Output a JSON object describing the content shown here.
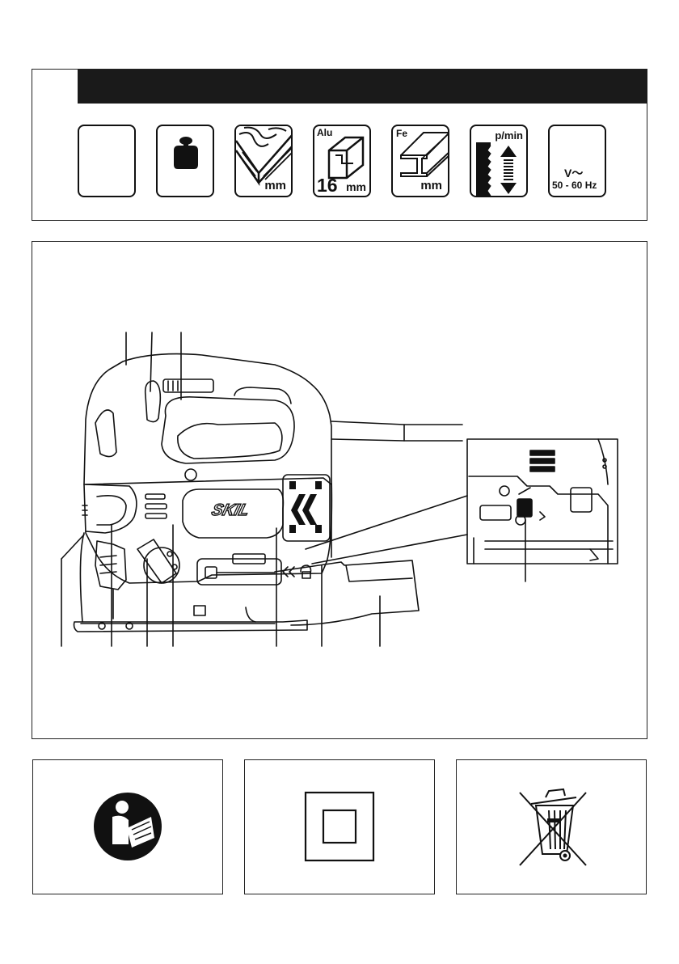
{
  "spec_icons": [
    {
      "name": "blank-icon",
      "texts": []
    },
    {
      "name": "weight-icon",
      "texts": []
    },
    {
      "name": "wood-cutting-depth-icon",
      "texts": [
        "mm"
      ]
    },
    {
      "name": "aluminium-cutting-depth-icon",
      "texts": [
        "Alu",
        "16",
        "mm"
      ]
    },
    {
      "name": "steel-cutting-depth-icon",
      "texts": [
        "Fe",
        "mm"
      ]
    },
    {
      "name": "stroke-rate-icon",
      "texts": [
        "p/min"
      ]
    },
    {
      "name": "voltage-frequency-icon",
      "texts": [
        "V～",
        "50 - 60 Hz"
      ]
    }
  ],
  "spec_labels": {
    "wood_mm": "mm",
    "alu": "Alu",
    "alu_value": "16",
    "alu_mm": "mm",
    "fe": "Fe",
    "fe_mm": "mm",
    "stroke": "p/min",
    "voltage": "V～",
    "frequency": "50 - 60 Hz"
  },
  "diagram": {
    "brand_logo": "SKIL",
    "callout_count_top": 3,
    "callout_count_bottom": 7,
    "callout_count_inset": 1
  },
  "symbols": [
    {
      "name": "read-manual-icon"
    },
    {
      "name": "double-insulation-icon"
    },
    {
      "name": "weee-bin-icon"
    }
  ],
  "colors": {
    "ink": "#111111",
    "header_bar": "#1a1a1a",
    "background": "#ffffff"
  }
}
